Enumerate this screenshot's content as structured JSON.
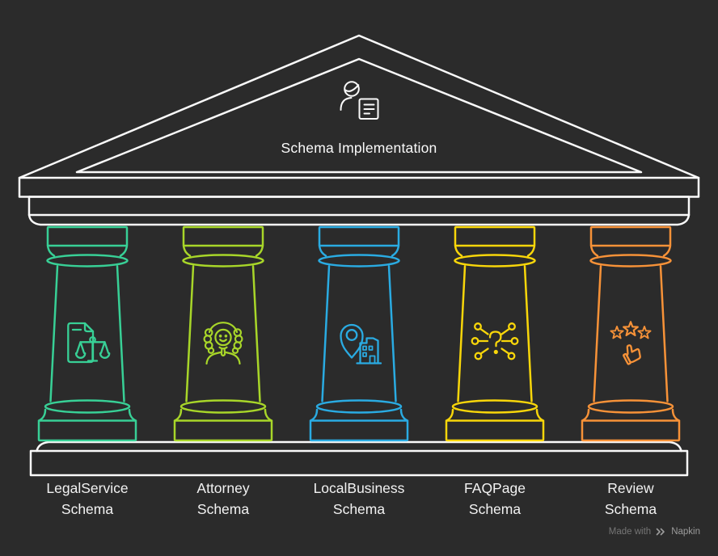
{
  "title": "Schema Implementation",
  "pediment": {
    "icon": "person-document-icon"
  },
  "pillars": [
    {
      "label_line1": "LegalService",
      "label_line2": "Schema",
      "color": "#38d096",
      "icon": "legal-document-scales-icon"
    },
    {
      "label_line1": "Attorney",
      "label_line2": "Schema",
      "color": "#a8d629",
      "icon": "judge-person-icon"
    },
    {
      "label_line1": "LocalBusiness",
      "label_line2": "Schema",
      "color": "#2aabe2",
      "icon": "location-pin-building-icon"
    },
    {
      "label_line1": "FAQPage",
      "label_line2": "Schema",
      "color": "#f8d60a",
      "icon": "question-network-icon"
    },
    {
      "label_line1": "Review",
      "label_line2": "Schema",
      "color": "#f79238",
      "icon": "stars-thumbs-up-icon"
    }
  ],
  "watermark": {
    "prefix": "Made with",
    "brand": "Napkin",
    "icon": "napkin-logo-icon"
  },
  "colors": {
    "background": "#2b2b2b",
    "structure": "#fafafa",
    "text": "#f2f2f2",
    "watermark_prefix": "#767676",
    "watermark_brand": "#9c9c9c"
  }
}
